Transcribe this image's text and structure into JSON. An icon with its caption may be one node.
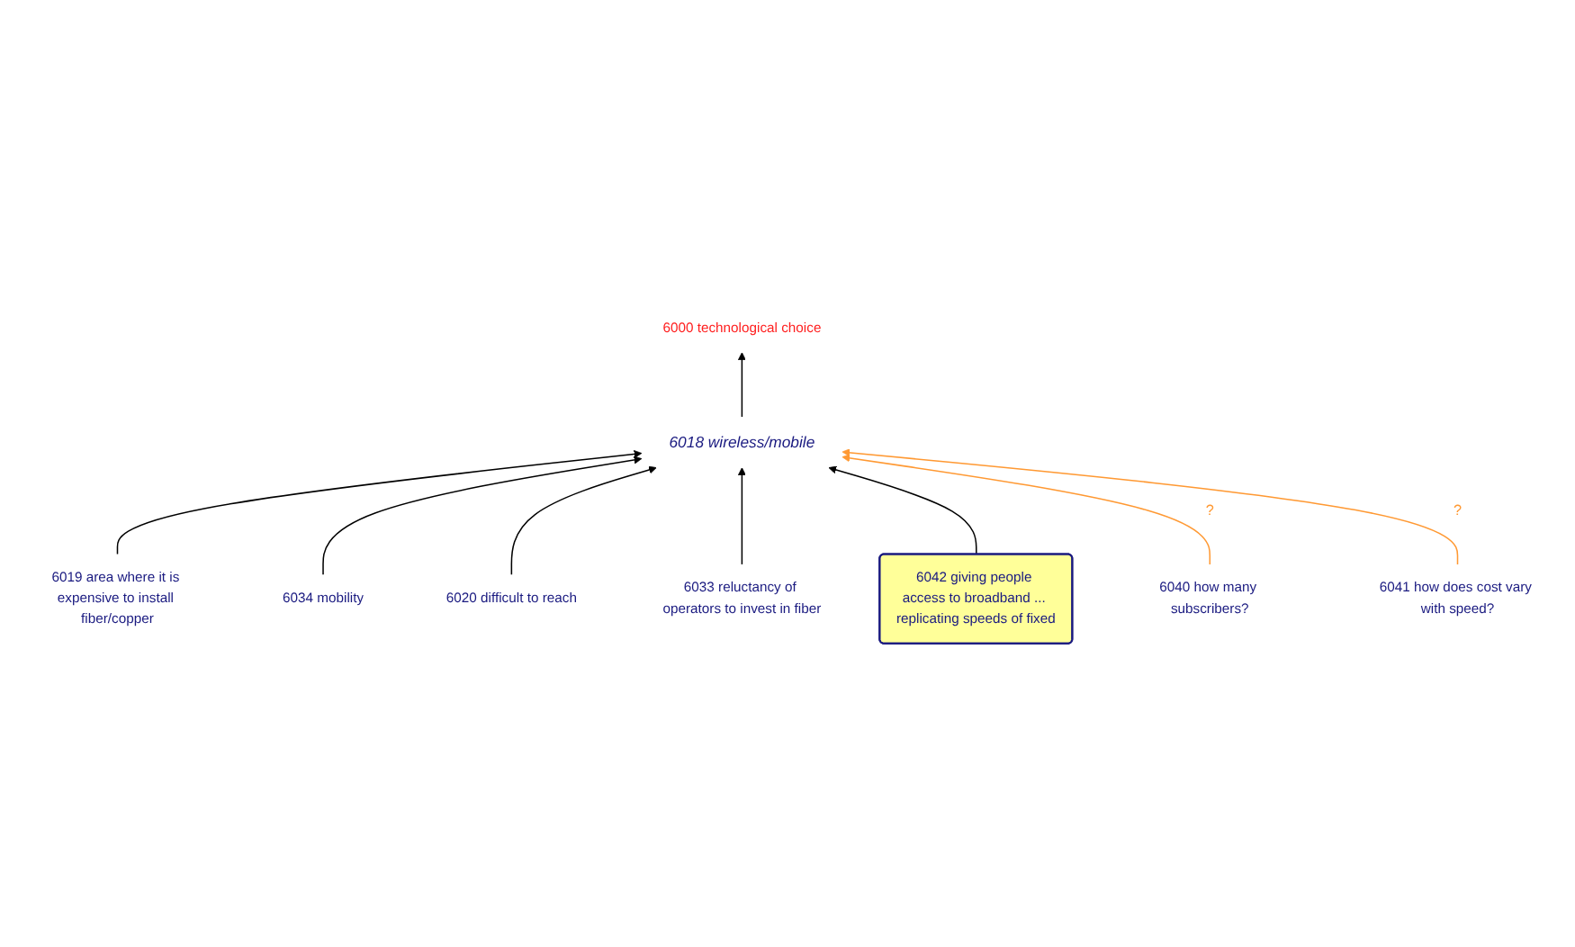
{
  "diagram": {
    "nodes": [
      {
        "text": [
          "6000 technological choice"
        ]
      },
      {
        "text": [
          "6018 wireless/mobile"
        ]
      },
      {
        "text": [
          "6019 area where it is expensive to install fiber/copper"
        ]
      },
      {
        "text": [
          "6034 mobility"
        ]
      },
      {
        "text": [
          "6020 difficult to reach"
        ]
      },
      {
        "text": [
          "6033 reluctancy of operators to invest in fiber"
        ]
      },
      {
        "text": [
          "6042 giving people access to broadband ... replicating speeds of fixed"
        ]
      },
      {
        "text": [
          "6040 how many subscribers?"
        ]
      },
      {
        "text": [
          "6041 how does cost vary with speed?"
        ]
      }
    ],
    "edges": [
      {
        "from": 1,
        "to": 0,
        "arrow": "to"
      },
      {
        "from": 2,
        "to": 1,
        "arrow": "to"
      },
      {
        "from": 3,
        "to": 1,
        "arrow": "to"
      },
      {
        "from": 4,
        "to": 1,
        "arrow": "to"
      },
      {
        "from": 5,
        "to": 1,
        "arrow": "to"
      },
      {
        "from": 6,
        "to": 1,
        "arrow": "to"
      },
      {
        "from": 7,
        "to": 1,
        "arrow": "to",
        "label": "?",
        "color": "#ff9933"
      },
      {
        "from": 8,
        "to": 1,
        "arrow": "to",
        "label": "?",
        "color": "#ff9933"
      }
    ]
  }
}
